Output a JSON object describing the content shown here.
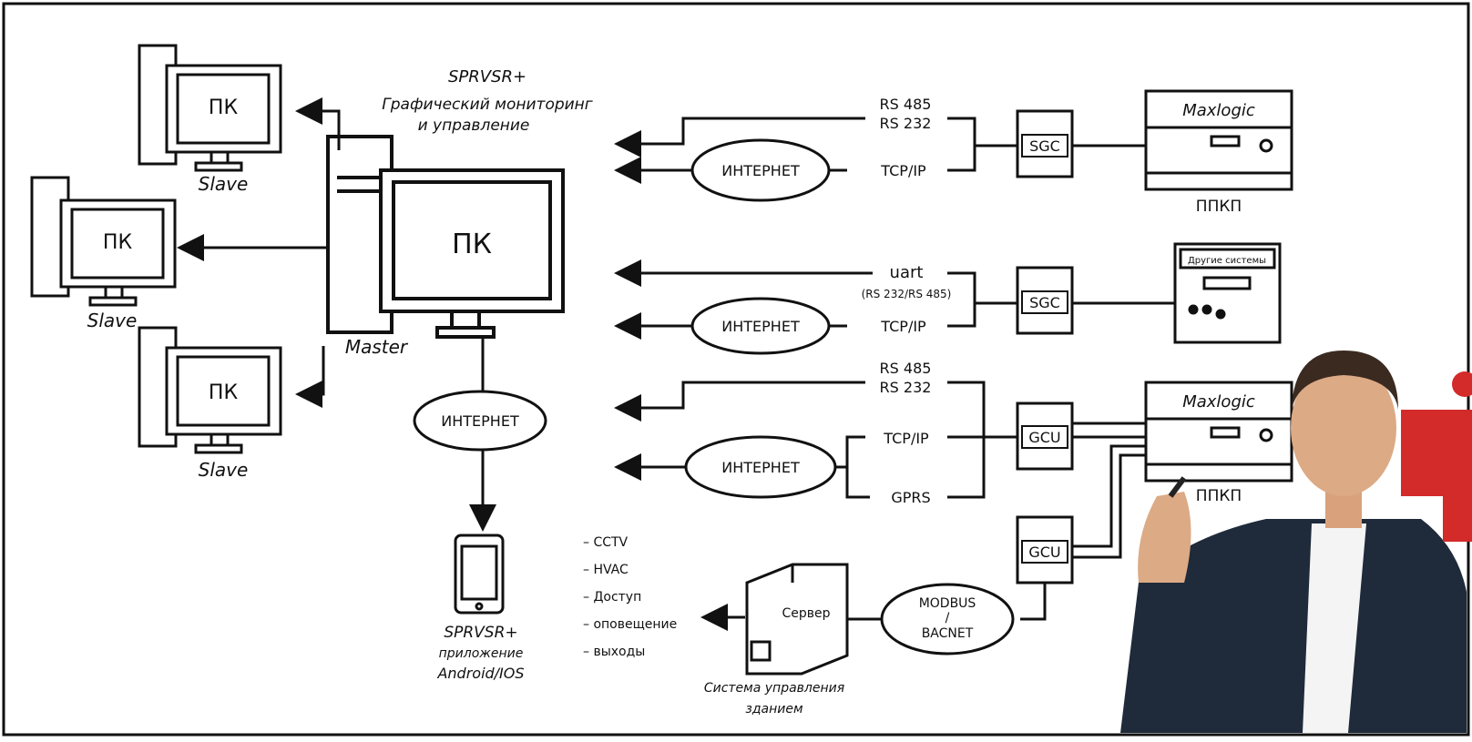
{
  "master": {
    "screen_label": "ПК",
    "caption": "Master"
  },
  "slaves": [
    {
      "screen_label": "ПК",
      "caption": "Slave"
    },
    {
      "screen_label": "ПК",
      "caption": "Slave"
    },
    {
      "screen_label": "ПК",
      "caption": "Slave"
    }
  ],
  "sprvsr_title": [
    "SPRVSR+",
    "Графический мониторинг",
    "и управление"
  ],
  "internet": "ИНТЕРНЕТ",
  "row1": {
    "bus_top": [
      "RS 485",
      "RS 232"
    ],
    "tcp": "TCP/IP",
    "module": "SGC",
    "panel_title": "Maxlogic",
    "panel_caption": "ППКП"
  },
  "row2": {
    "bus_top": [
      "uart",
      "(RS 232/RS 485)"
    ],
    "tcp": "TCP/IP",
    "module": "SGC",
    "panel_title": "Другие системы"
  },
  "row3": {
    "bus_top": [
      "RS 485",
      "RS 232"
    ],
    "tcp": "TCP/IP",
    "gprs": "GPRS",
    "module": "GCU",
    "module2": "GCU",
    "panel_title": "Maxlogic",
    "panel_caption": "ППКП"
  },
  "mobile": {
    "caption": [
      "SPRVSR+",
      "приложение",
      "Android/IOS"
    ]
  },
  "bms": {
    "list": [
      "– CCTV",
      "– HVAC",
      "– Доступ",
      "– оповещение",
      "– выходы"
    ],
    "server_label": "Сервер",
    "caption": [
      "Система управления",
      "зданием"
    ],
    "bus": [
      "MODBUS",
      "/",
      "BACNET"
    ]
  },
  "colors": {
    "ink": "#111111",
    "accent_red": "#d32a2a",
    "jacket": "#1f2a3a"
  }
}
